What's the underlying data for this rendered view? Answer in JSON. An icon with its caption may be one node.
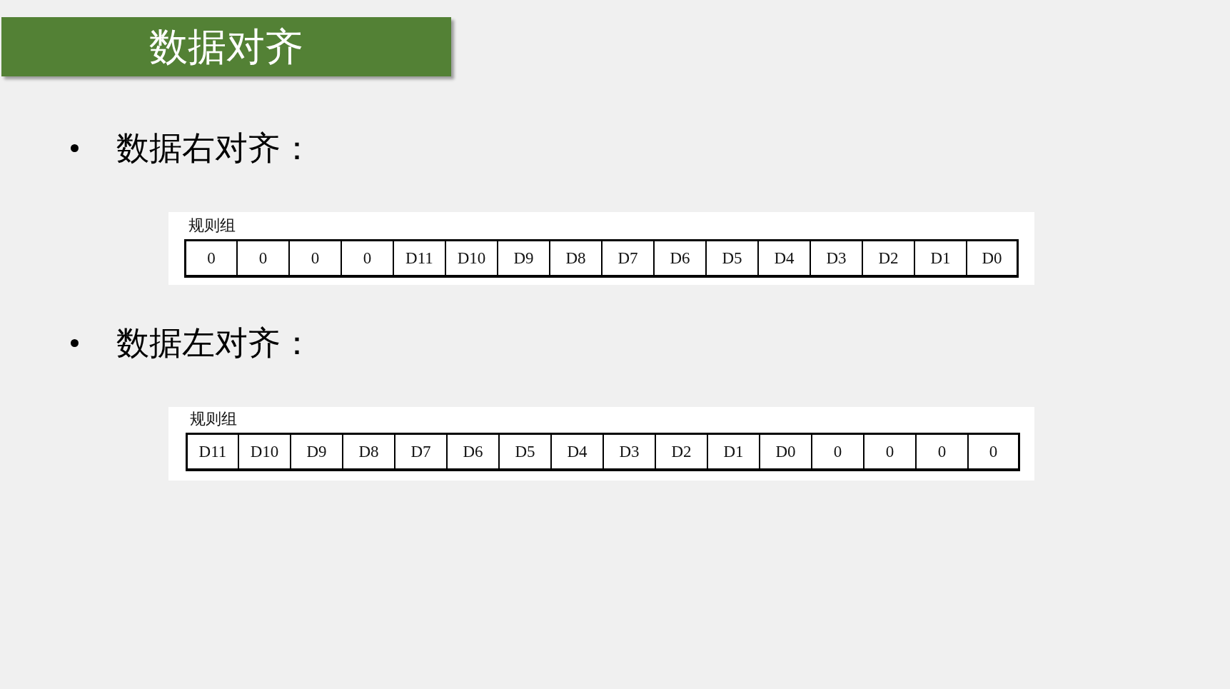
{
  "diagram": {
    "title": "数据对齐",
    "nodes": [
      {
        "text": [
          "规则组"
        ]
      },
      {
        "text": [
          "0"
        ],
        "in": 0
      },
      {
        "text": [
          "0"
        ],
        "in": 0
      },
      {
        "text": [
          "0"
        ],
        "in": 0
      },
      {
        "text": [
          "0"
        ],
        "in": 0
      },
      {
        "text": [
          "D11"
        ],
        "in": 0
      },
      {
        "text": [
          "D10"
        ],
        "in": 0
      },
      {
        "text": [
          "D9"
        ],
        "in": 0
      },
      {
        "text": [
          "D8"
        ],
        "in": 0
      },
      {
        "text": [
          "D7"
        ],
        "in": 0
      },
      {
        "text": [
          "D6"
        ],
        "in": 0
      },
      {
        "text": [
          "D5"
        ],
        "in": 0
      },
      {
        "text": [
          "D4"
        ],
        "in": 0
      },
      {
        "text": [
          "D3"
        ],
        "in": 0
      },
      {
        "text": [
          "D2"
        ],
        "in": 0
      },
      {
        "text": [
          "D1"
        ],
        "in": 0
      },
      {
        "text": [
          "D0"
        ],
        "in": 0
      },
      {
        "text": [
          "规则组"
        ]
      },
      {
        "text": [
          "D11"
        ],
        "in": 17
      },
      {
        "text": [
          "D10"
        ],
        "in": 17
      },
      {
        "text": [
          "D9"
        ],
        "in": 17
      },
      {
        "text": [
          "D8"
        ],
        "in": 17
      },
      {
        "text": [
          "D7"
        ],
        "in": 17
      },
      {
        "text": [
          "D6"
        ],
        "in": 17
      },
      {
        "text": [
          "D5"
        ],
        "in": 17
      },
      {
        "text": [
          "D4"
        ],
        "in": 17
      },
      {
        "text": [
          "D3"
        ],
        "in": 17
      },
      {
        "text": [
          "D2"
        ],
        "in": 17
      },
      {
        "text": [
          "D1"
        ],
        "in": 17
      },
      {
        "text": [
          "D0"
        ],
        "in": 17
      },
      {
        "text": [
          "0"
        ],
        "in": 17
      },
      {
        "text": [
          "0"
        ],
        "in": 17
      },
      {
        "text": [
          "0"
        ],
        "in": 17
      },
      {
        "text": [
          "0"
        ],
        "in": 17
      }
    ],
    "labels": [
      "数据右对齐：",
      "数据左对齐："
    ]
  }
}
